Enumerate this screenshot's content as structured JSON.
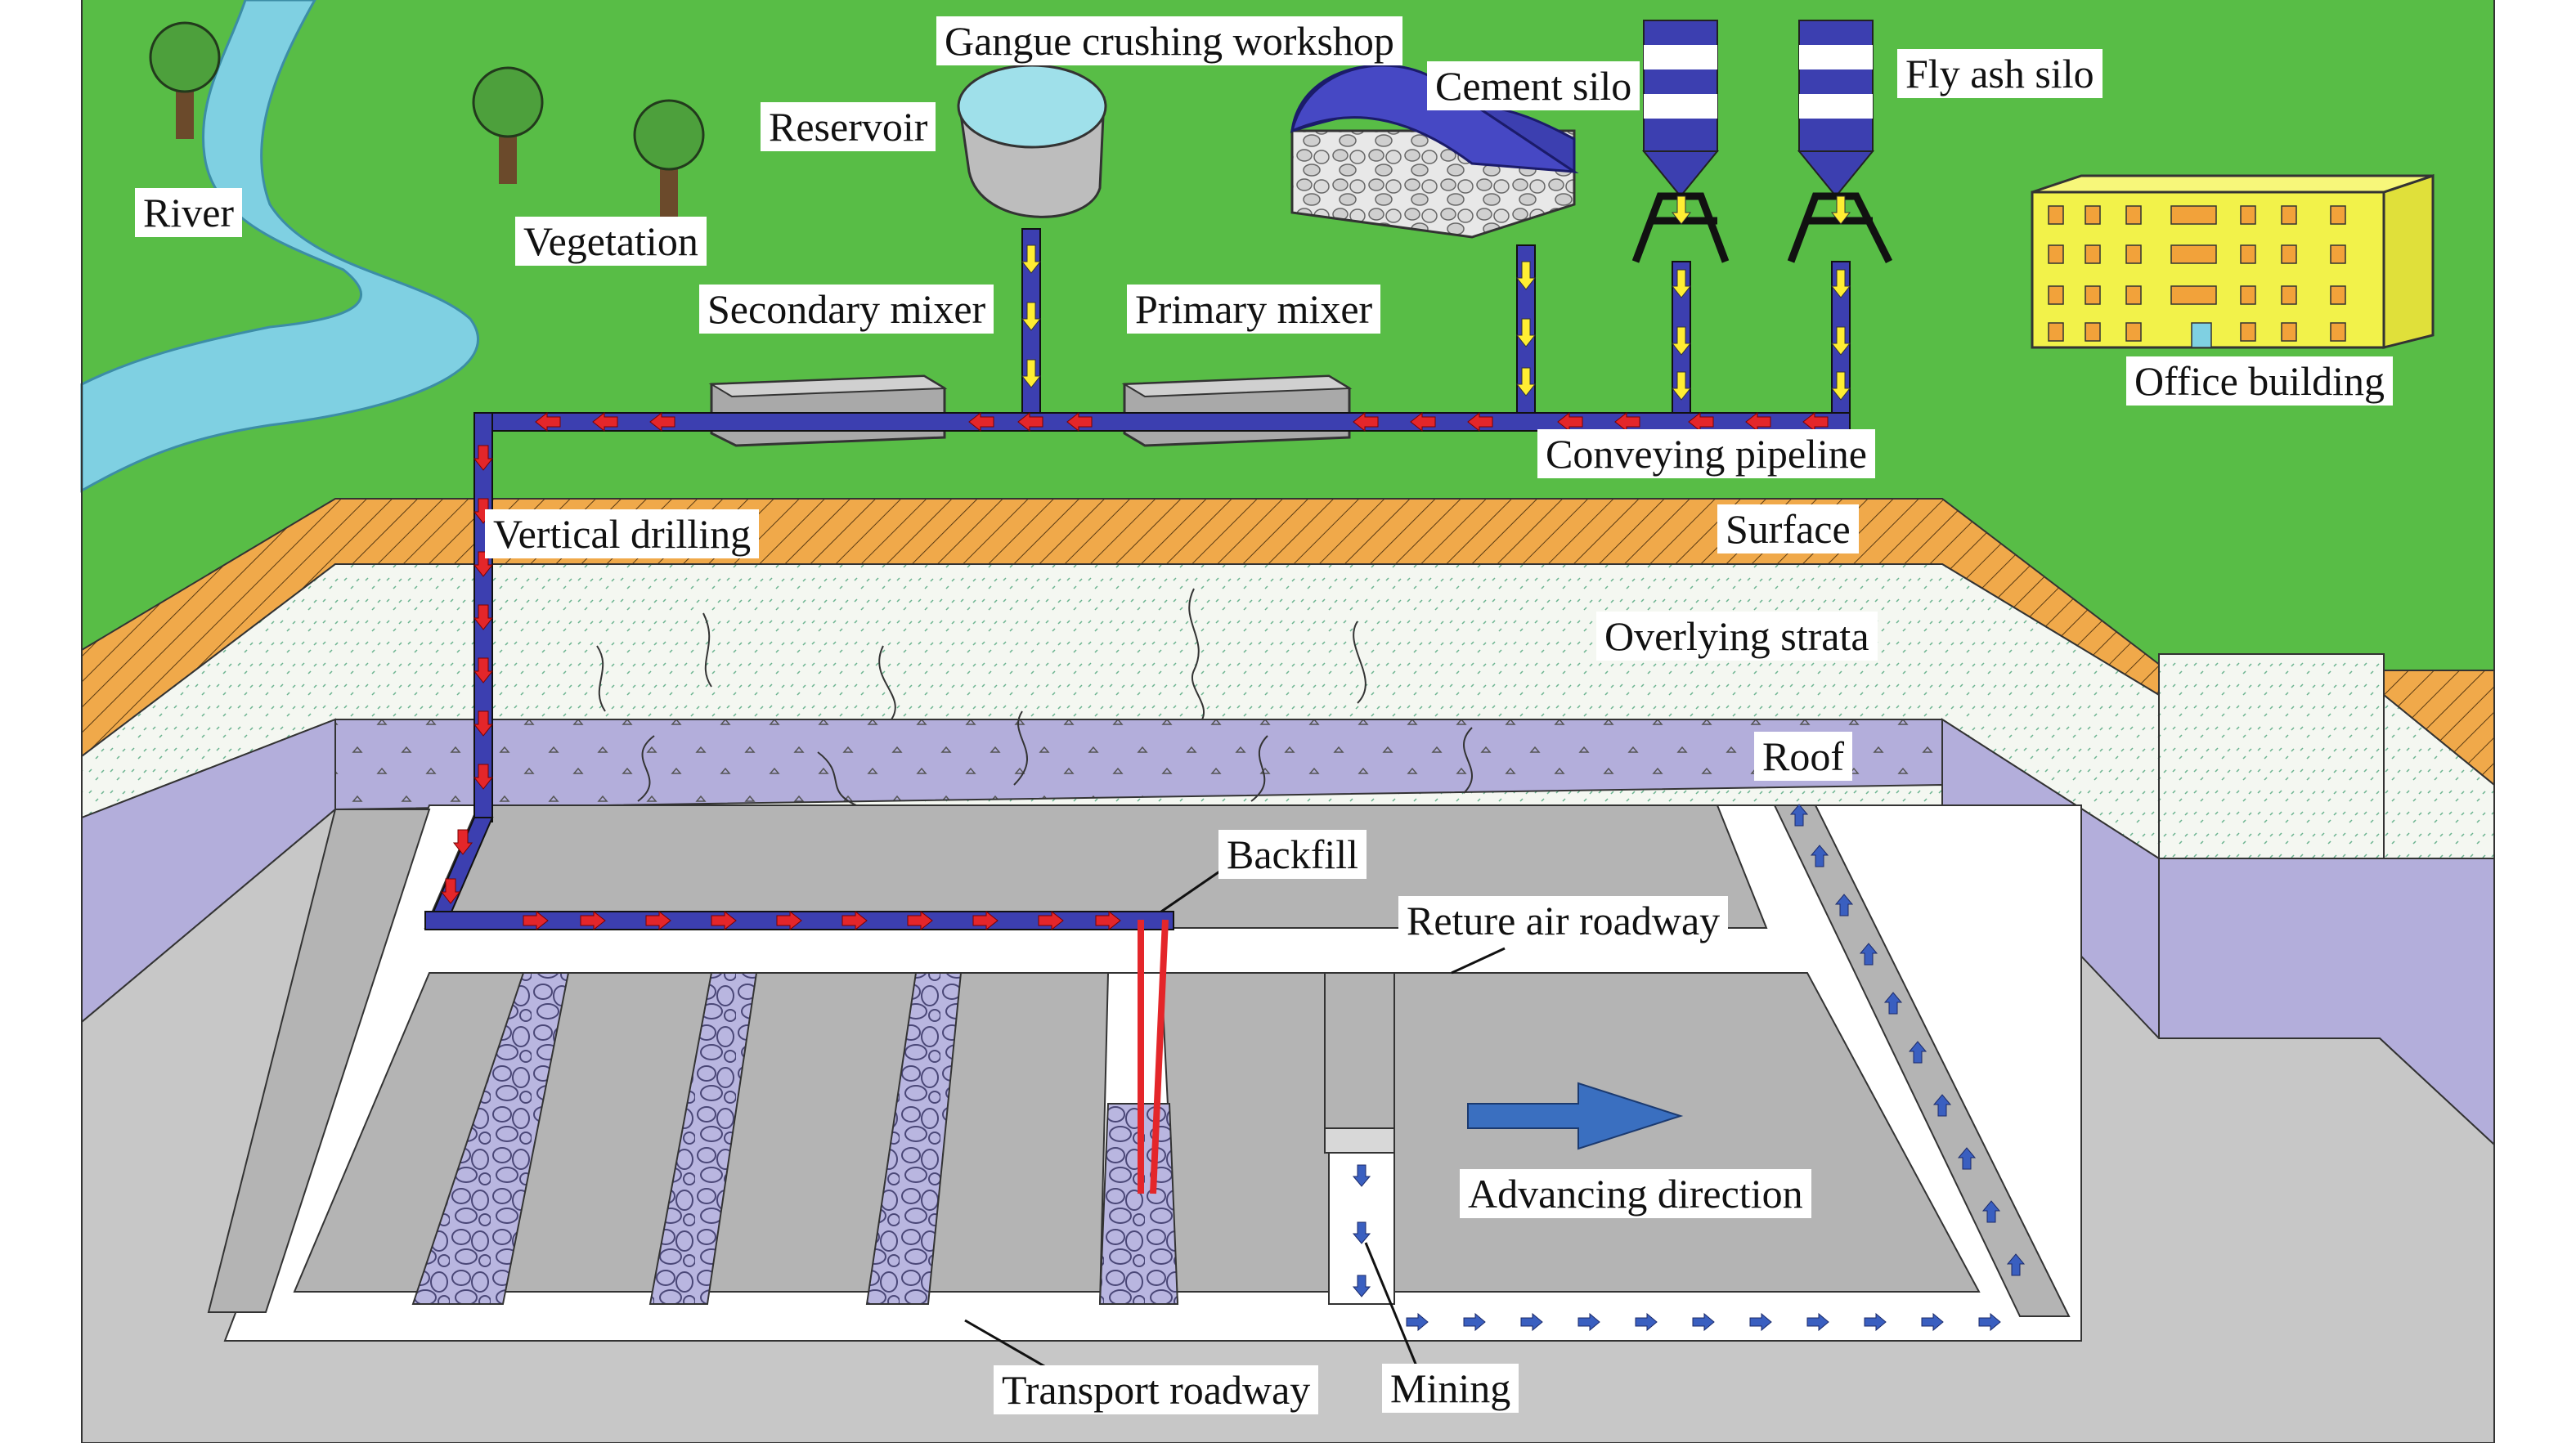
{
  "labels": {
    "gangue_workshop": "Gangue crushing workshop",
    "reservoir": "Reservoir",
    "cement_silo": "Cement silo",
    "fly_ash_silo": "Fly ash silo",
    "river": "River",
    "vegetation": "Vegetation",
    "secondary_mixer": "Secondary mixer",
    "primary_mixer": "Primary mixer",
    "office_building": "Office building",
    "conveying_pipeline": "Conveying pipeline",
    "vertical_drilling": "Vertical drilling",
    "surface": "Surface",
    "overlying_strata": "Overlying strata",
    "roof": "Roof",
    "backfill": "Backfill",
    "return_air_roadway": "Reture air roadway",
    "advancing_direction": "Advancing direction",
    "transport_roadway": "Transport roadway",
    "mining": "Mining"
  },
  "colors": {
    "grass": "#58bd46",
    "river": "#7fd0e2",
    "soil": "#f0a94a",
    "strata": "#f4f7f1",
    "roof": "#b3aedb",
    "floor": "#c7c7c7",
    "panel": "#b4b4b4",
    "roadway": "#ffffff",
    "pipe": "#3c3fb0",
    "flow_red": "#e4262a",
    "flow_yellow": "#ffee33",
    "building": "#f2f24a",
    "advance_arrow": "#3a6fc0"
  }
}
